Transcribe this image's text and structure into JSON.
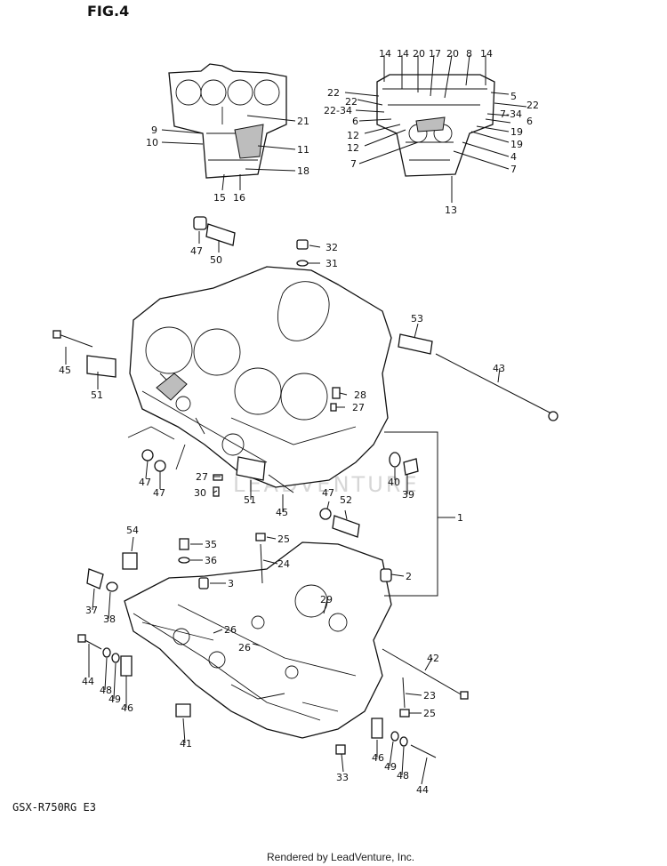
{
  "header": {
    "figure": "FIG.4",
    "model": "GSX-R750RG  E3"
  },
  "footer": {
    "rendered_by": "Rendered by LeadVenture, Inc."
  },
  "watermark": "LEADVENTURE",
  "callouts": [
    {
      "id": "l14a",
      "text": "14"
    },
    {
      "id": "l14b",
      "text": "14"
    },
    {
      "id": "l20a",
      "text": "20"
    },
    {
      "id": "l17",
      "text": "17"
    },
    {
      "id": "l20b",
      "text": "20"
    },
    {
      "id": "l8",
      "text": "8"
    },
    {
      "id": "l14c",
      "text": "14"
    },
    {
      "id": "l22a",
      "text": "22"
    },
    {
      "id": "l22b",
      "text": "22"
    },
    {
      "id": "l2234",
      "text": "22-34"
    },
    {
      "id": "l6a",
      "text": "6"
    },
    {
      "id": "l12a",
      "text": "12"
    },
    {
      "id": "l12b",
      "text": "12"
    },
    {
      "id": "l7a",
      "text": "7"
    },
    {
      "id": "l5",
      "text": "5"
    },
    {
      "id": "l22c",
      "text": "22"
    },
    {
      "id": "l734",
      "text": "7-34"
    },
    {
      "id": "l6b",
      "text": "6"
    },
    {
      "id": "l19a",
      "text": "19"
    },
    {
      "id": "l19b",
      "text": "19"
    },
    {
      "id": "l4",
      "text": "4"
    },
    {
      "id": "l7b",
      "text": "7"
    },
    {
      "id": "l13",
      "text": "13"
    },
    {
      "id": "l21",
      "text": "21"
    },
    {
      "id": "l9",
      "text": "9"
    },
    {
      "id": "l10",
      "text": "10"
    },
    {
      "id": "l11",
      "text": "11"
    },
    {
      "id": "l18",
      "text": "18"
    },
    {
      "id": "l15",
      "text": "15"
    },
    {
      "id": "l16",
      "text": "16"
    },
    {
      "id": "l47a",
      "text": "47"
    },
    {
      "id": "l50",
      "text": "50"
    },
    {
      "id": "l32",
      "text": "32"
    },
    {
      "id": "l31",
      "text": "31"
    },
    {
      "id": "l53",
      "text": "53"
    },
    {
      "id": "l43",
      "text": "43"
    },
    {
      "id": "l45a",
      "text": "45"
    },
    {
      "id": "l51a",
      "text": "51"
    },
    {
      "id": "l28",
      "text": "28"
    },
    {
      "id": "l27a",
      "text": "27"
    },
    {
      "id": "l47b",
      "text": "47"
    },
    {
      "id": "l47c",
      "text": "47"
    },
    {
      "id": "l27b",
      "text": "27"
    },
    {
      "id": "l30",
      "text": "30"
    },
    {
      "id": "l51b",
      "text": "51"
    },
    {
      "id": "l45b",
      "text": "45"
    },
    {
      "id": "l40",
      "text": "40"
    },
    {
      "id": "l39",
      "text": "39"
    },
    {
      "id": "l47d",
      "text": "47"
    },
    {
      "id": "l52",
      "text": "52"
    },
    {
      "id": "l1",
      "text": "1"
    },
    {
      "id": "l54",
      "text": "54"
    },
    {
      "id": "l35",
      "text": "35"
    },
    {
      "id": "l36",
      "text": "36"
    },
    {
      "id": "l25a",
      "text": "25"
    },
    {
      "id": "l24",
      "text": "24"
    },
    {
      "id": "l2",
      "text": "2"
    },
    {
      "id": "l3",
      "text": "3"
    },
    {
      "id": "l37",
      "text": "37"
    },
    {
      "id": "l38",
      "text": "38"
    },
    {
      "id": "l29",
      "text": "29"
    },
    {
      "id": "l26a",
      "text": "26"
    },
    {
      "id": "l26b",
      "text": "26"
    },
    {
      "id": "l42",
      "text": "42"
    },
    {
      "id": "l44a",
      "text": "44"
    },
    {
      "id": "l48a",
      "text": "48"
    },
    {
      "id": "l49a",
      "text": "49"
    },
    {
      "id": "l46a",
      "text": "46"
    },
    {
      "id": "l23",
      "text": "23"
    },
    {
      "id": "l25b",
      "text": "25"
    },
    {
      "id": "l41",
      "text": "41"
    },
    {
      "id": "l46b",
      "text": "46"
    },
    {
      "id": "l49b",
      "text": "49"
    },
    {
      "id": "l48b",
      "text": "48"
    },
    {
      "id": "l33",
      "text": "33"
    },
    {
      "id": "l44b",
      "text": "44"
    }
  ]
}
